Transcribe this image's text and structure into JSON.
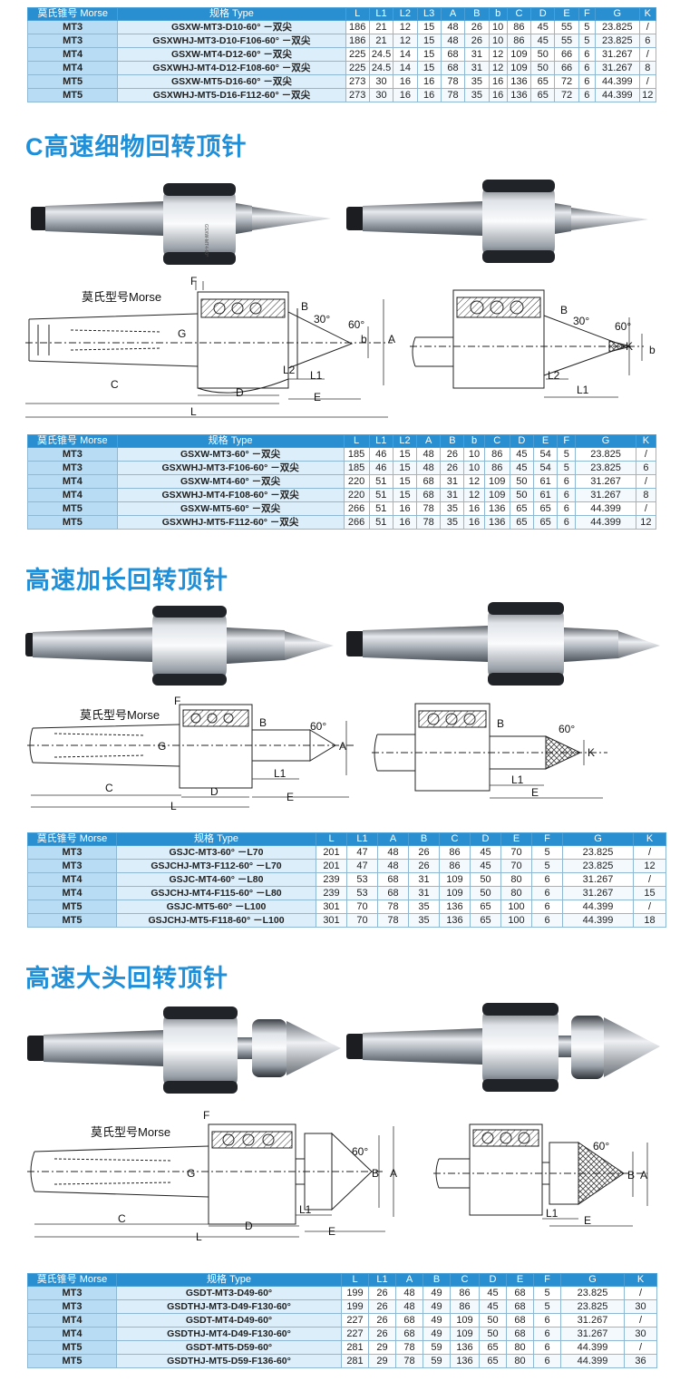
{
  "table1": {
    "headers": [
      "莫氏锥号 Morse",
      "规格 Type",
      "L",
      "L1",
      "L2",
      "L3",
      "A",
      "B",
      "b",
      "C",
      "D",
      "E",
      "F",
      "G",
      "K"
    ],
    "rows": [
      [
        "MT3",
        "GSXW-MT3-D10-60° －双尖",
        "186",
        "21",
        "12",
        "15",
        "48",
        "26",
        "10",
        "86",
        "45",
        "55",
        "5",
        "23.825",
        "/"
      ],
      [
        "MT3",
        "GSXWHJ-MT3-D10-F106-60° －双尖",
        "186",
        "21",
        "12",
        "15",
        "48",
        "26",
        "10",
        "86",
        "45",
        "55",
        "5",
        "23.825",
        "6"
      ],
      [
        "MT4",
        "GSXW-MT4-D12-60° －双尖",
        "225",
        "24.5",
        "14",
        "15",
        "68",
        "31",
        "12",
        "109",
        "50",
        "66",
        "6",
        "31.267",
        "/"
      ],
      [
        "MT4",
        "GSXWHJ-MT4-D12-F108-60° －双尖",
        "225",
        "24.5",
        "14",
        "15",
        "68",
        "31",
        "12",
        "109",
        "50",
        "66",
        "6",
        "31.267",
        "8"
      ],
      [
        "MT5",
        "GSXW-MT5-D16-60° －双尖",
        "273",
        "30",
        "16",
        "16",
        "78",
        "35",
        "16",
        "136",
        "65",
        "72",
        "6",
        "44.399",
        "/"
      ],
      [
        "MT5",
        "GSXWHJ-MT5-D16-F112-60° －双尖",
        "273",
        "30",
        "16",
        "16",
        "78",
        "35",
        "16",
        "136",
        "65",
        "72",
        "6",
        "44.399",
        "12"
      ]
    ]
  },
  "section2": {
    "title": "C高速细物回转顶针",
    "morse_label": "莫氏型号Morse",
    "dim_labels": [
      "F",
      "G",
      "B",
      "30°",
      "60°",
      "b",
      "A",
      "L2",
      "L1",
      "C",
      "D",
      "E",
      "L",
      "K"
    ]
  },
  "table2": {
    "headers": [
      "莫氏锥号 Morse",
      "规格 Type",
      "L",
      "L1",
      "L2",
      "A",
      "B",
      "b",
      "C",
      "D",
      "E",
      "F",
      "G",
      "K"
    ],
    "rows": [
      [
        "MT3",
        "GSXW-MT3-60° －双尖",
        "185",
        "46",
        "15",
        "48",
        "26",
        "10",
        "86",
        "45",
        "54",
        "5",
        "23.825",
        "/"
      ],
      [
        "MT3",
        "GSXWHJ-MT3-F106-60° －双尖",
        "185",
        "46",
        "15",
        "48",
        "26",
        "10",
        "86",
        "45",
        "54",
        "5",
        "23.825",
        "6"
      ],
      [
        "MT4",
        "GSXW-MT4-60° －双尖",
        "220",
        "51",
        "15",
        "68",
        "31",
        "12",
        "109",
        "50",
        "61",
        "6",
        "31.267",
        "/"
      ],
      [
        "MT4",
        "GSXWHJ-MT4-F108-60° －双尖",
        "220",
        "51",
        "15",
        "68",
        "31",
        "12",
        "109",
        "50",
        "61",
        "6",
        "31.267",
        "8"
      ],
      [
        "MT5",
        "GSXW-MT5-60° －双尖",
        "266",
        "51",
        "16",
        "78",
        "35",
        "16",
        "136",
        "65",
        "65",
        "6",
        "44.399",
        "/"
      ],
      [
        "MT5",
        "GSXWHJ-MT5-F112-60° －双尖",
        "266",
        "51",
        "16",
        "78",
        "35",
        "16",
        "136",
        "65",
        "65",
        "6",
        "44.399",
        "12"
      ]
    ]
  },
  "section3": {
    "title": "高速加长回转顶针",
    "morse_label": "莫氏型号Morse",
    "dim_labels": [
      "F",
      "G",
      "B",
      "60°",
      "A",
      "L1",
      "C",
      "D",
      "E",
      "L",
      "K"
    ]
  },
  "table3": {
    "headers": [
      "莫氏锥号 Morse",
      "规格 Type",
      "L",
      "L1",
      "A",
      "B",
      "C",
      "D",
      "E",
      "F",
      "G",
      "K"
    ],
    "rows": [
      [
        "MT3",
        "GSJC-MT3-60° －L70",
        "201",
        "47",
        "48",
        "26",
        "86",
        "45",
        "70",
        "5",
        "23.825",
        "/"
      ],
      [
        "MT3",
        "GSJCHJ-MT3-F112-60° －L70",
        "201",
        "47",
        "48",
        "26",
        "86",
        "45",
        "70",
        "5",
        "23.825",
        "12"
      ],
      [
        "MT4",
        "GSJC-MT4-60° －L80",
        "239",
        "53",
        "68",
        "31",
        "109",
        "50",
        "80",
        "6",
        "31.267",
        "/"
      ],
      [
        "MT4",
        "GSJCHJ-MT4-F115-60° －L80",
        "239",
        "53",
        "68",
        "31",
        "109",
        "50",
        "80",
        "6",
        "31.267",
        "15"
      ],
      [
        "MT5",
        "GSJC-MT5-60° －L100",
        "301",
        "70",
        "78",
        "35",
        "136",
        "65",
        "100",
        "6",
        "44.399",
        "/"
      ],
      [
        "MT5",
        "GSJCHJ-MT5-F118-60° －L100",
        "301",
        "70",
        "78",
        "35",
        "136",
        "65",
        "100",
        "6",
        "44.399",
        "18"
      ]
    ]
  },
  "section4": {
    "title": "高速大头回转顶针",
    "morse_label": "莫氏型号Morse",
    "dim_labels": [
      "F",
      "G",
      "60°",
      "B",
      "A",
      "L1",
      "C",
      "D",
      "E",
      "L"
    ]
  },
  "table4": {
    "headers": [
      "莫氏锥号 Morse",
      "规格 Type",
      "L",
      "L1",
      "A",
      "B",
      "C",
      "D",
      "E",
      "F",
      "G",
      "K"
    ],
    "rows": [
      [
        "MT3",
        "GSDT-MT3-D49-60°",
        "199",
        "26",
        "48",
        "49",
        "86",
        "45",
        "68",
        "5",
        "23.825",
        "/"
      ],
      [
        "MT3",
        "GSDTHJ-MT3-D49-F130-60°",
        "199",
        "26",
        "48",
        "49",
        "86",
        "45",
        "68",
        "5",
        "23.825",
        "30"
      ],
      [
        "MT4",
        "GSDT-MT4-D49-60°",
        "227",
        "26",
        "68",
        "49",
        "109",
        "50",
        "68",
        "6",
        "31.267",
        "/"
      ],
      [
        "MT4",
        "GSDTHJ-MT4-D49-F130-60°",
        "227",
        "26",
        "68",
        "49",
        "109",
        "50",
        "68",
        "6",
        "31.267",
        "30"
      ],
      [
        "MT5",
        "GSDT-MT5-D59-60°",
        "281",
        "29",
        "78",
        "59",
        "136",
        "65",
        "80",
        "6",
        "44.399",
        "/"
      ],
      [
        "MT5",
        "GSDTHJ-MT5-D59-F136-60°",
        "281",
        "29",
        "78",
        "59",
        "136",
        "65",
        "80",
        "6",
        "44.399",
        "36"
      ]
    ]
  }
}
